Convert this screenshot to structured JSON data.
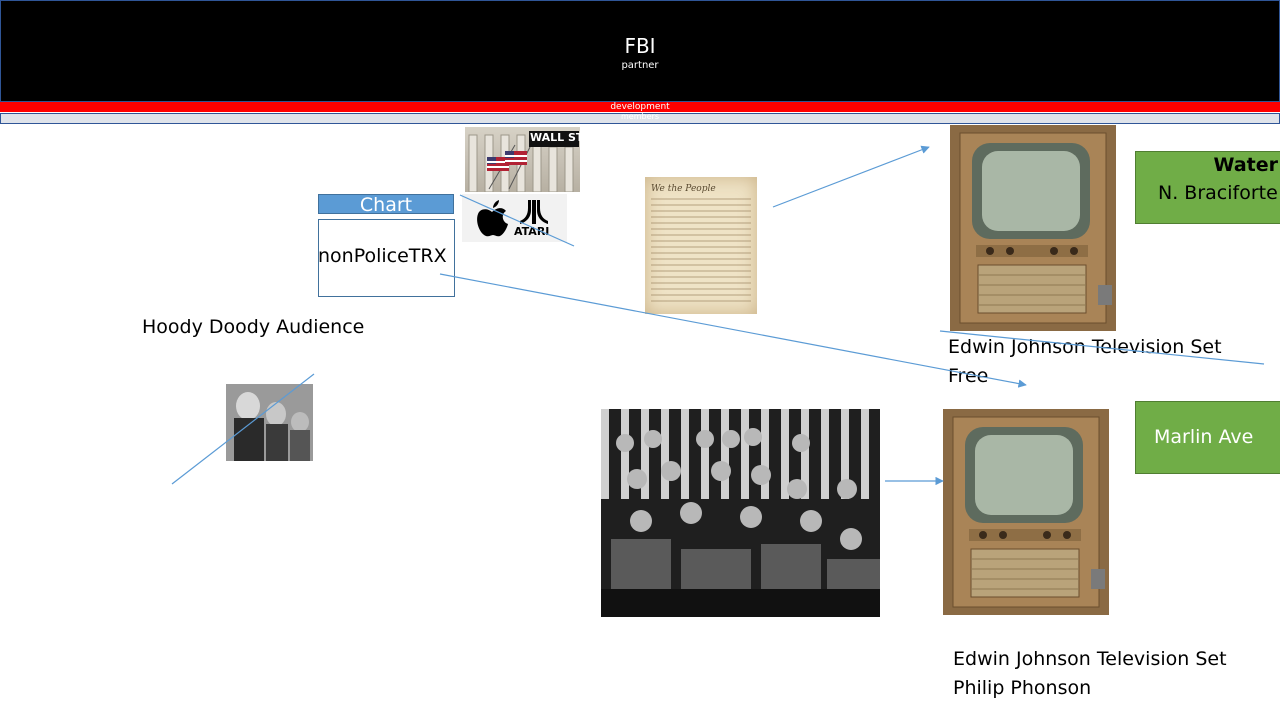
{
  "header": {
    "title": "FBI",
    "subtitle": "partner"
  },
  "bars": {
    "red_text": "development",
    "grey_text": "members"
  },
  "chart_box": {
    "title": "Chart",
    "body": "nonPoliceTRX"
  },
  "labels": {
    "hoody": "Hoody Doody Audience",
    "tv1_line1": "Edwin Johnson Television Set",
    "tv1_line2": "Free",
    "tv2_line1": "Edwin Johnson Television Set",
    "tv2_line2": "Philip Phonson"
  },
  "green_boxes": {
    "water_title": "Water",
    "water_sub": "N. Braciforte",
    "marlin": "Marlin Ave"
  },
  "images": {
    "wallst_sign": "WALL ST",
    "atari": "ATARI"
  },
  "colors": {
    "header_bg": "#000000",
    "red_bar": "#ff0000",
    "chart_blue": "#5b9bd5",
    "green": "#70ad47",
    "arrow": "#5b9bd5"
  }
}
